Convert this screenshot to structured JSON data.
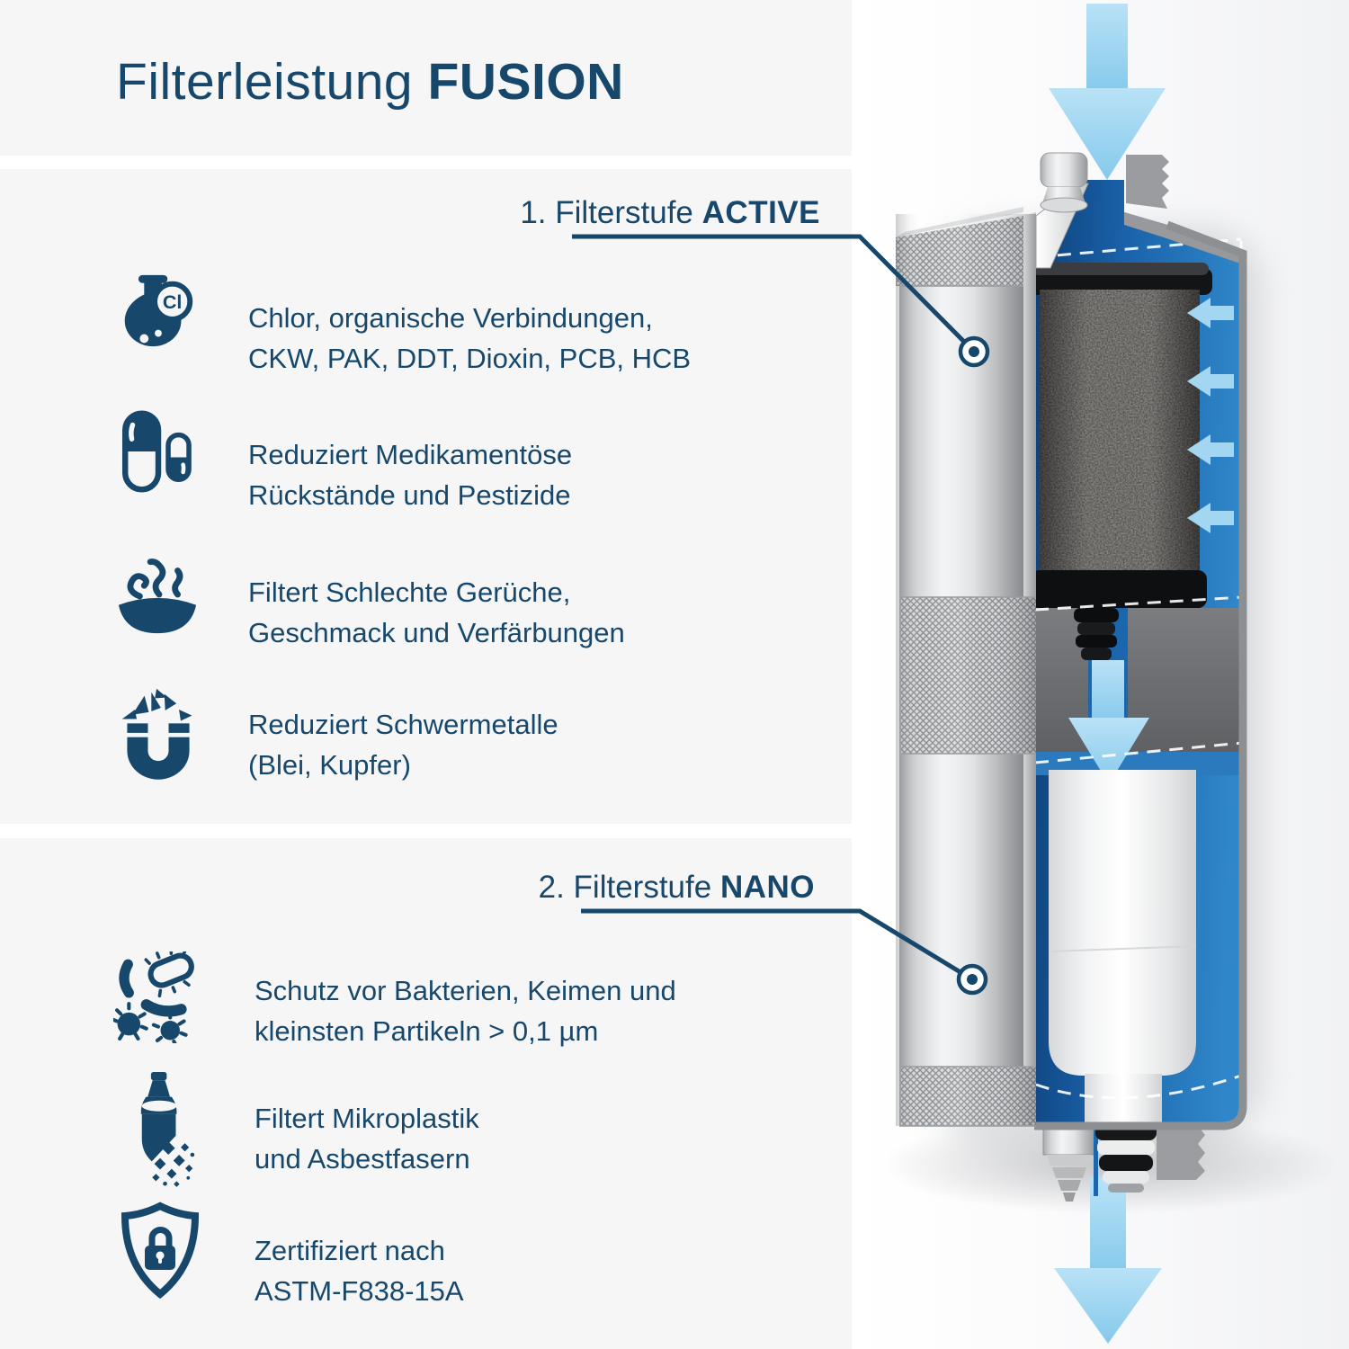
{
  "title": {
    "regular": "Filterleistung",
    "bold": "FUSION"
  },
  "callouts": {
    "stage1": {
      "prefix": "1. Filterstufe",
      "name": "ACTIVE"
    },
    "stage2": {
      "prefix": "2. Filterstufe",
      "name": "NANO"
    }
  },
  "features_stage1": [
    {
      "icon": "chlorine-flask-icon",
      "badge": "Cl",
      "line1": "Chlor, organische Verbindungen,",
      "line2": "CKW, PAK, DDT, Dioxin, PCB, HCB"
    },
    {
      "icon": "pills-icon",
      "line1": "Reduziert Medikamentöse",
      "line2": "Rückstände und Pestizide"
    },
    {
      "icon": "odor-bowl-icon",
      "line1": "Filtert Schlechte Gerüche,",
      "line2": "Geschmack und Verfärbungen"
    },
    {
      "icon": "magnet-icon",
      "line1": "Reduziert Schwermetalle",
      "line2": "(Blei, Kupfer)"
    }
  ],
  "features_stage2": [
    {
      "icon": "bacteria-icon",
      "line1": "Schutz vor Bakterien, Keimen und",
      "line2": "kleinsten Partikeln > 0,1 µm"
    },
    {
      "icon": "bottle-microplastic-icon",
      "line1": "Filtert Mikroplastik",
      "line2": "und Asbestfasern"
    },
    {
      "icon": "shield-lock-icon",
      "line1": "Zertifiziert nach",
      "line2": "ASTM-F838-15A"
    }
  ],
  "diagram_icons": [
    "water-inlet-arrow-down",
    "carbon-inflow-arrows-left",
    "inter-stage-arrow-down",
    "water-outlet-arrow-down",
    "callout-marker-active",
    "callout-marker-nano"
  ],
  "colors": {
    "navy": "#17486b",
    "panel_gray": "#f6f6f7",
    "arrow_light_blue": "#a3d6f0",
    "water_blue": "#1a63ab"
  }
}
